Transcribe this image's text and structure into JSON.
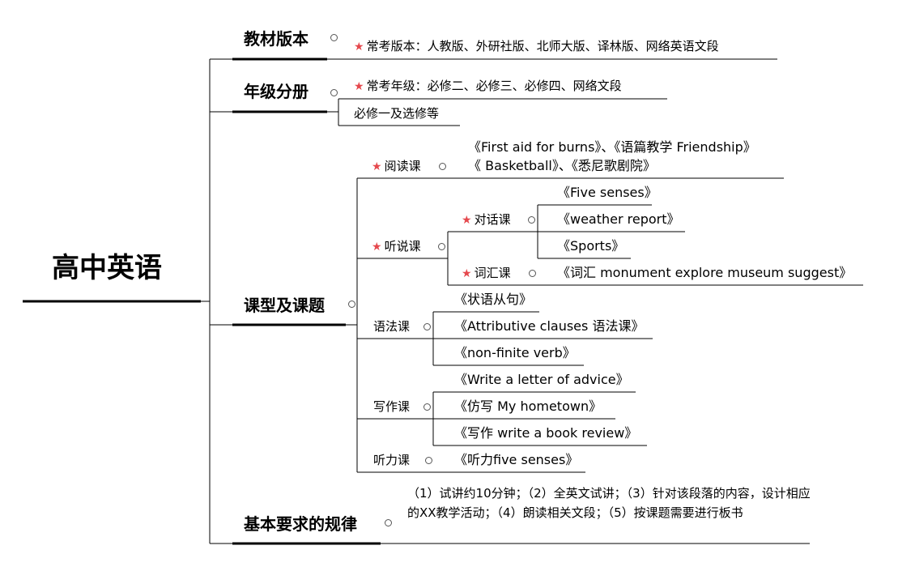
{
  "root": {
    "label": "高中英语"
  },
  "branches": {
    "version": {
      "label": "教材版本",
      "leaf": "常考版本：人教版、外研社版、北师大版、译林版、网络英语文段"
    },
    "grade": {
      "label": "年级分册",
      "leaf1": "常考年级：必修二、必修三、必修四、网络文段",
      "leaf2": "必修一及选修等"
    },
    "lessons": {
      "label": "课型及课题",
      "reading": {
        "label": "阅读课",
        "line1": "《First aid for burns》、《语篇教学 Friendship》",
        "line2": "《 Basketball》、《悉尼歌剧院》"
      },
      "listening_speaking": {
        "label": "听说课",
        "dialogue": {
          "label": "对话课",
          "items": [
            "《Five senses》",
            "《weather report》",
            "《Sports》"
          ]
        },
        "vocabulary": {
          "label": "词汇课",
          "item": "《词汇 monument explore museum suggest》"
        }
      },
      "grammar": {
        "label": "语法课",
        "items": [
          "《状语从句》",
          "《Attributive clauses 语法课》",
          "《non-finite verb》"
        ]
      },
      "writing": {
        "label": "写作课",
        "items": [
          "《Write a letter of advice》",
          "《仿写 My hometown》",
          "《写作 write a book review》"
        ]
      },
      "listening": {
        "label": "听力课",
        "item": "《听力five senses》"
      }
    },
    "rules": {
      "label": "基本要求的规律",
      "text": "（1）试讲约10分钟；（2）全英文试讲；（3）针对该段落的内容，设计相应的XX教学活动；（4）朗读相关文段；（5）按课题需要进行板书"
    }
  },
  "colors": {
    "star": "#e5484d",
    "line": "#000000",
    "text": "#000000"
  }
}
